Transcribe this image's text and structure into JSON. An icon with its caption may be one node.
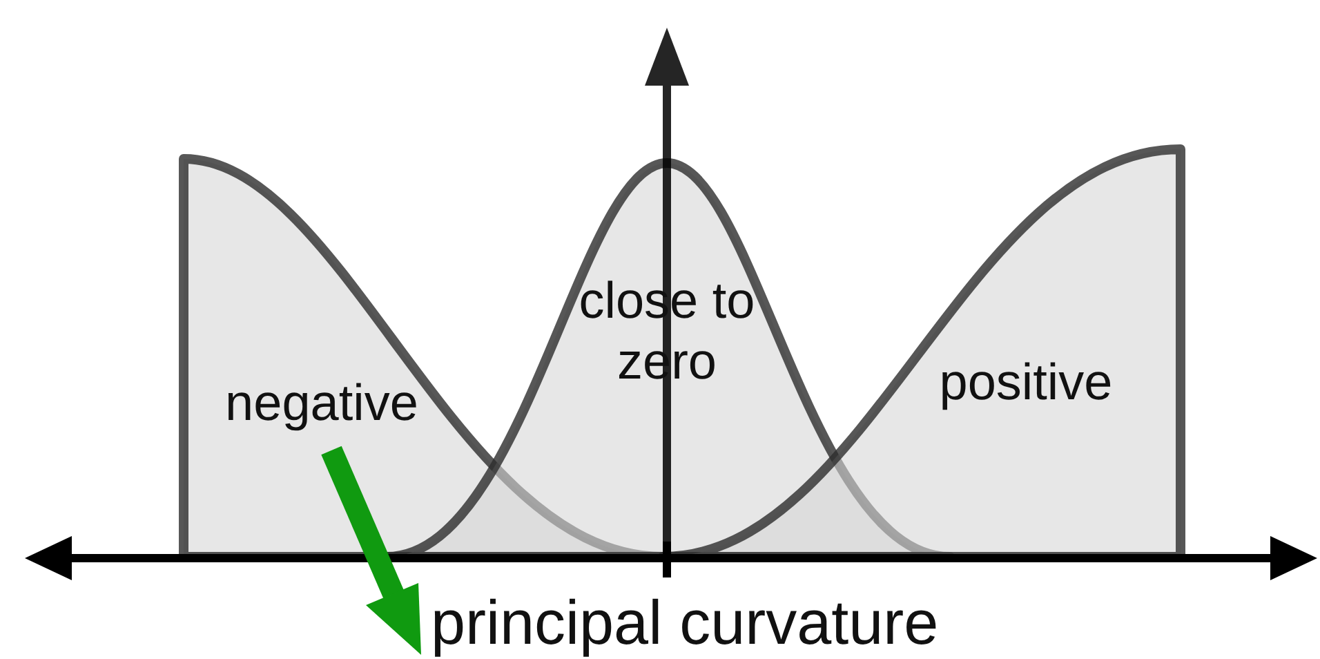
{
  "diagram": {
    "nodes": [
      {
        "text": [
          "negative"
        ]
      },
      {
        "text": [
          "close to zero"
        ]
      },
      {
        "text": [
          "positive"
        ]
      }
    ],
    "labels": [
      "principal curvature"
    ]
  }
}
